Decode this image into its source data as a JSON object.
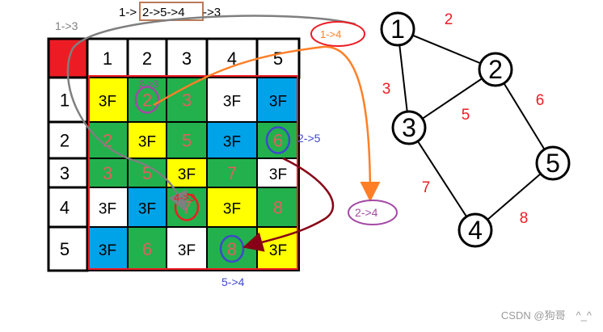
{
  "path_title": {
    "prefix": "1->",
    "boxed": "2->5->4",
    "suffix": "->3"
  },
  "matrix": {
    "col_headers": [
      "1",
      "2",
      "3",
      "4",
      "5"
    ],
    "row_headers": [
      "1",
      "2",
      "3",
      "4",
      "5"
    ],
    "cells": [
      [
        {
          "text": "3F",
          "fill": "yellow"
        },
        {
          "text": "2",
          "fill": "green"
        },
        {
          "text": "3",
          "fill": "green"
        },
        {
          "text": "3F",
          "fill": "white"
        },
        {
          "text": "3F",
          "fill": "blue"
        }
      ],
      [
        {
          "text": "2",
          "fill": "green"
        },
        {
          "text": "3F",
          "fill": "yellow"
        },
        {
          "text": "5",
          "fill": "green"
        },
        {
          "text": "3F",
          "fill": "blue"
        },
        {
          "text": "6",
          "fill": "green"
        }
      ],
      [
        {
          "text": "3",
          "fill": "green"
        },
        {
          "text": "5",
          "fill": "green"
        },
        {
          "text": "3F",
          "fill": "yellow"
        },
        {
          "text": "7",
          "fill": "green"
        },
        {
          "text": "3F",
          "fill": "white"
        }
      ],
      [
        {
          "text": "3F",
          "fill": "white"
        },
        {
          "text": "3F",
          "fill": "blue"
        },
        {
          "text": "7",
          "fill": "green"
        },
        {
          "text": "3F",
          "fill": "yellow"
        },
        {
          "text": "8",
          "fill": "green"
        }
      ],
      [
        {
          "text": "3F",
          "fill": "blue"
        },
        {
          "text": "6",
          "fill": "green"
        },
        {
          "text": "3F",
          "fill": "white"
        },
        {
          "text": "8",
          "fill": "green"
        },
        {
          "text": "3F",
          "fill": "yellow"
        }
      ]
    ]
  },
  "annotations": {
    "label_1_3": "1->3",
    "label_1_4": "1->4",
    "label_2_3": "2->3",
    "label_2_5": "2->5",
    "label_4_3": "4->3",
    "label_2_4": "2->4",
    "label_5_4": "5->4"
  },
  "graph": {
    "nodes": [
      "1",
      "2",
      "3",
      "4",
      "5"
    ],
    "edges": [
      {
        "from": "1",
        "to": "2",
        "weight": "2"
      },
      {
        "from": "1",
        "to": "3",
        "weight": "3"
      },
      {
        "from": "2",
        "to": "3",
        "weight": "5"
      },
      {
        "from": "2",
        "to": "5",
        "weight": "6"
      },
      {
        "from": "3",
        "to": "4",
        "weight": "7"
      },
      {
        "from": "4",
        "to": "5",
        "weight": "8"
      }
    ]
  },
  "colors": {
    "yellow": "#ffff00",
    "green": "#22b14c",
    "blue": "#00a2e8",
    "white": "#ffffff",
    "red": "#ed1c24",
    "corner": "#ed1c24",
    "purple": "#a349a4",
    "dark_blue": "#3f48cc",
    "orange": "#ff7f27",
    "gray": "#7f7f7f",
    "maroon": "#880015",
    "brown": "#b97a57",
    "cell_text_red": "#e06060"
  },
  "watermark": "CSDN @狗哥　^_^"
}
